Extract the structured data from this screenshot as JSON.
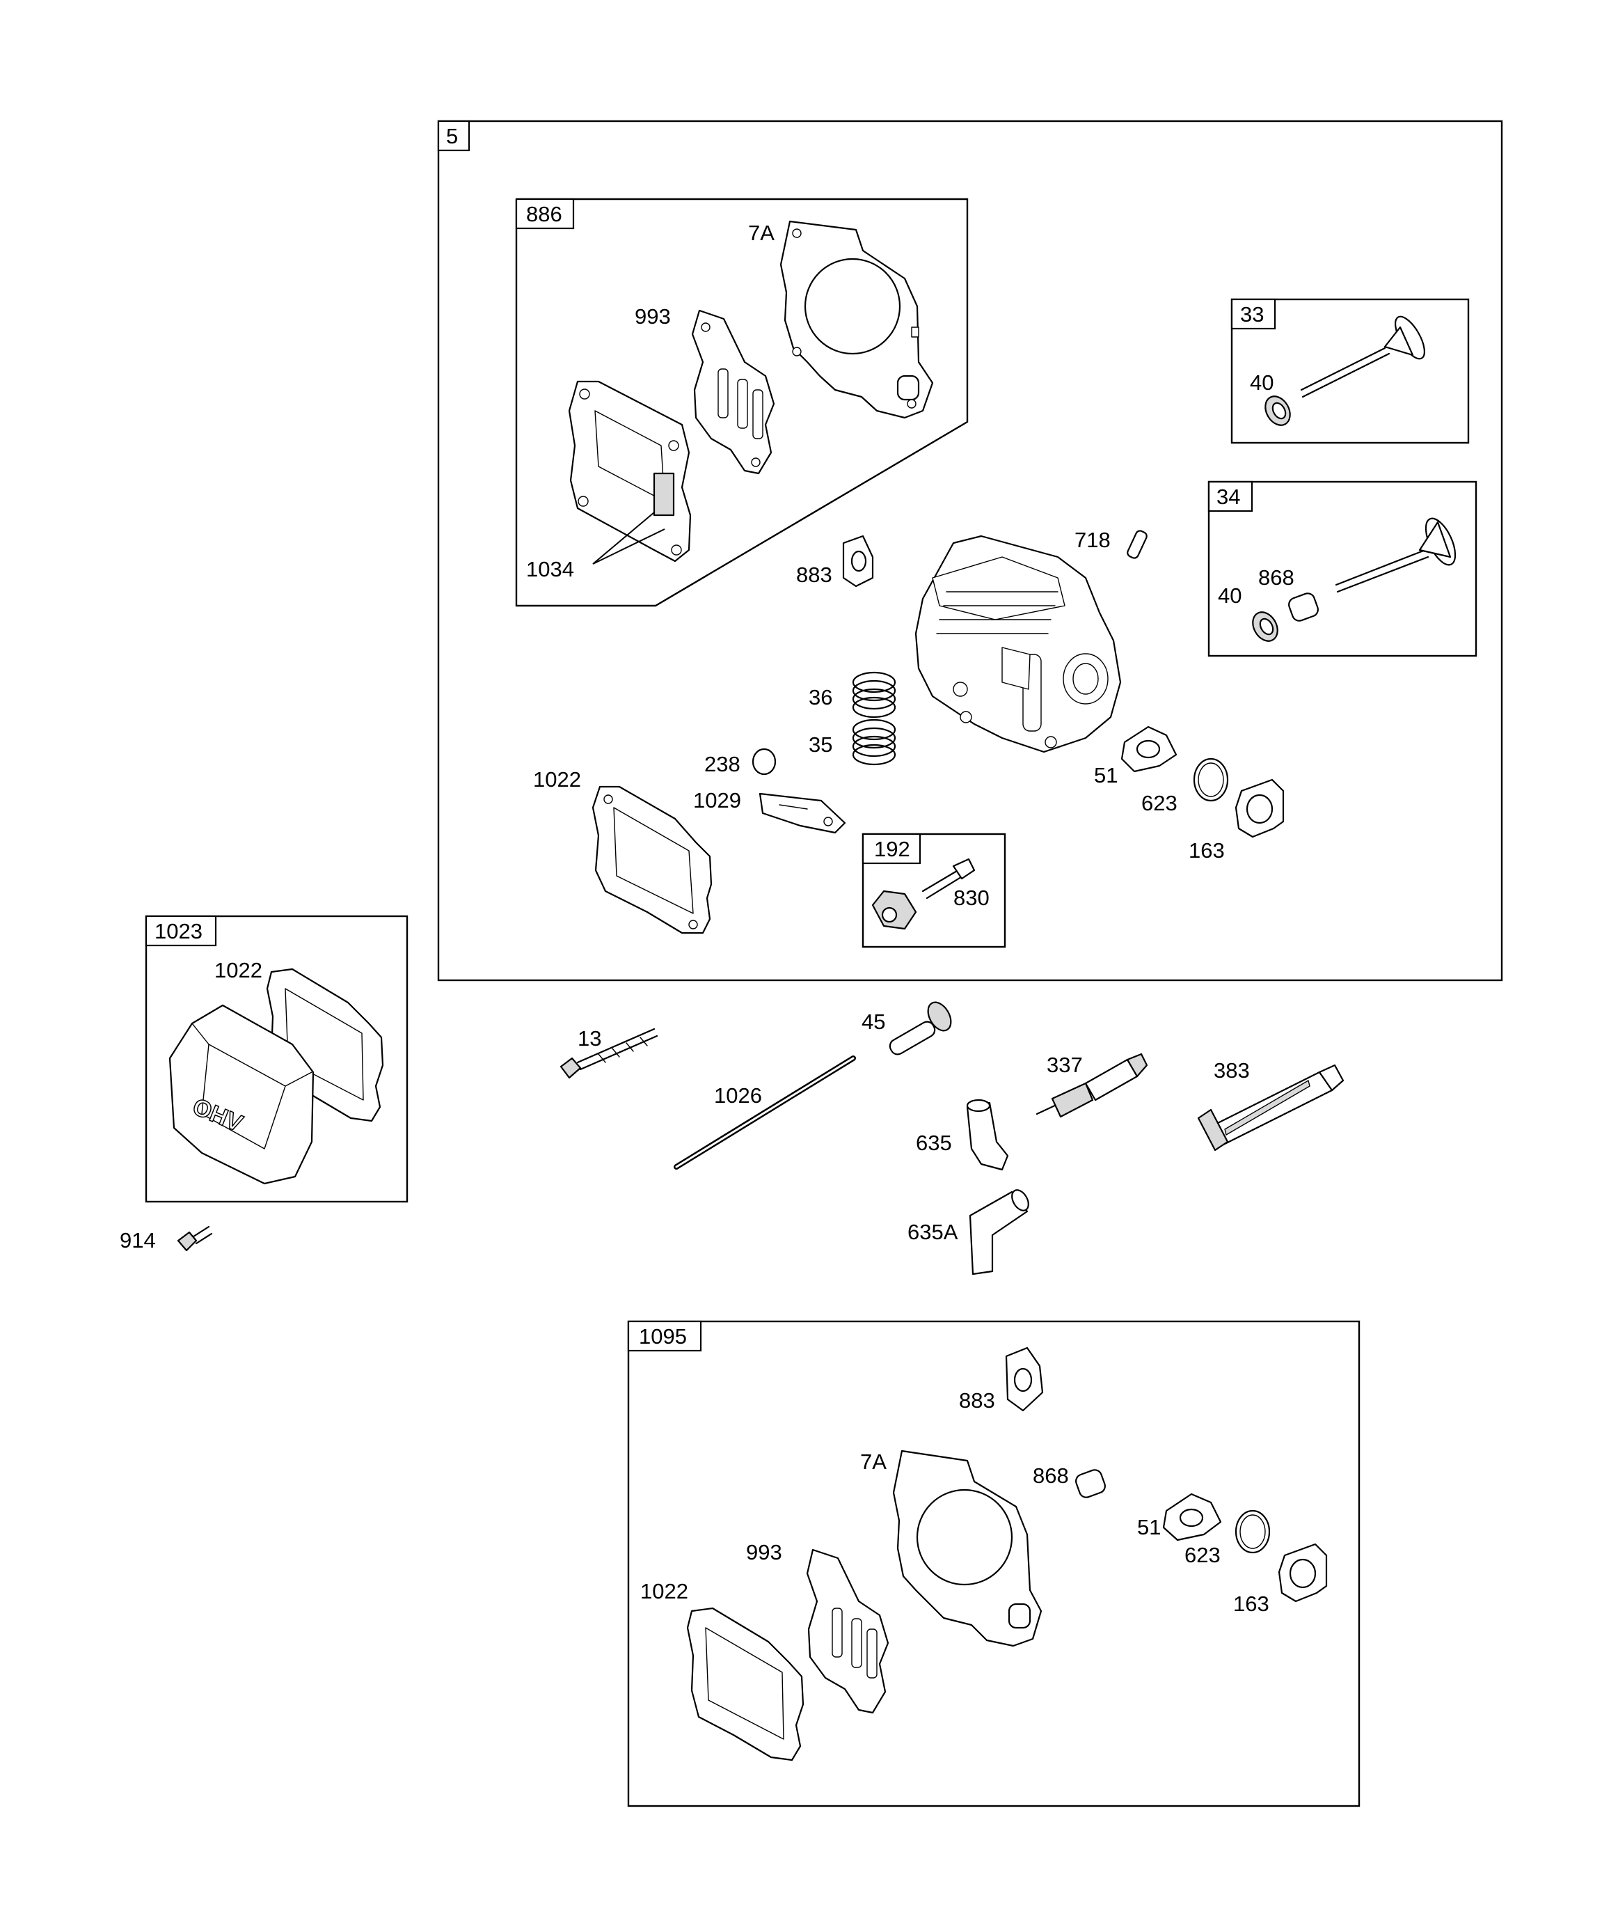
{
  "groups": {
    "g5": "5",
    "g886": "886",
    "g33": "33",
    "g34": "34",
    "g192": "192",
    "g1023": "1023",
    "g1095": "1095"
  },
  "callouts": {
    "c7A": "7A",
    "c993": "993",
    "c1034": "1034",
    "c40a": "40",
    "c40b": "40",
    "c868a": "868",
    "c718": "718",
    "c883a": "883",
    "c36": "36",
    "c35": "35",
    "c238": "238",
    "c1022a": "1022",
    "c1029": "1029",
    "c830": "830",
    "c51a": "51",
    "c623a": "623",
    "c163a": "163",
    "c1022b": "1022",
    "c914": "914",
    "c13": "13",
    "c45": "45",
    "c1026": "1026",
    "c337": "337",
    "c383": "383",
    "c635": "635",
    "c635A": "635A",
    "c883b": "883",
    "c7Ab": "7A",
    "c868b": "868",
    "c993b": "993",
    "c51b": "51",
    "c623b": "623",
    "c1022c": "1022",
    "c163b": "163"
  },
  "icons": {
    "emboss_text": "OHV"
  }
}
